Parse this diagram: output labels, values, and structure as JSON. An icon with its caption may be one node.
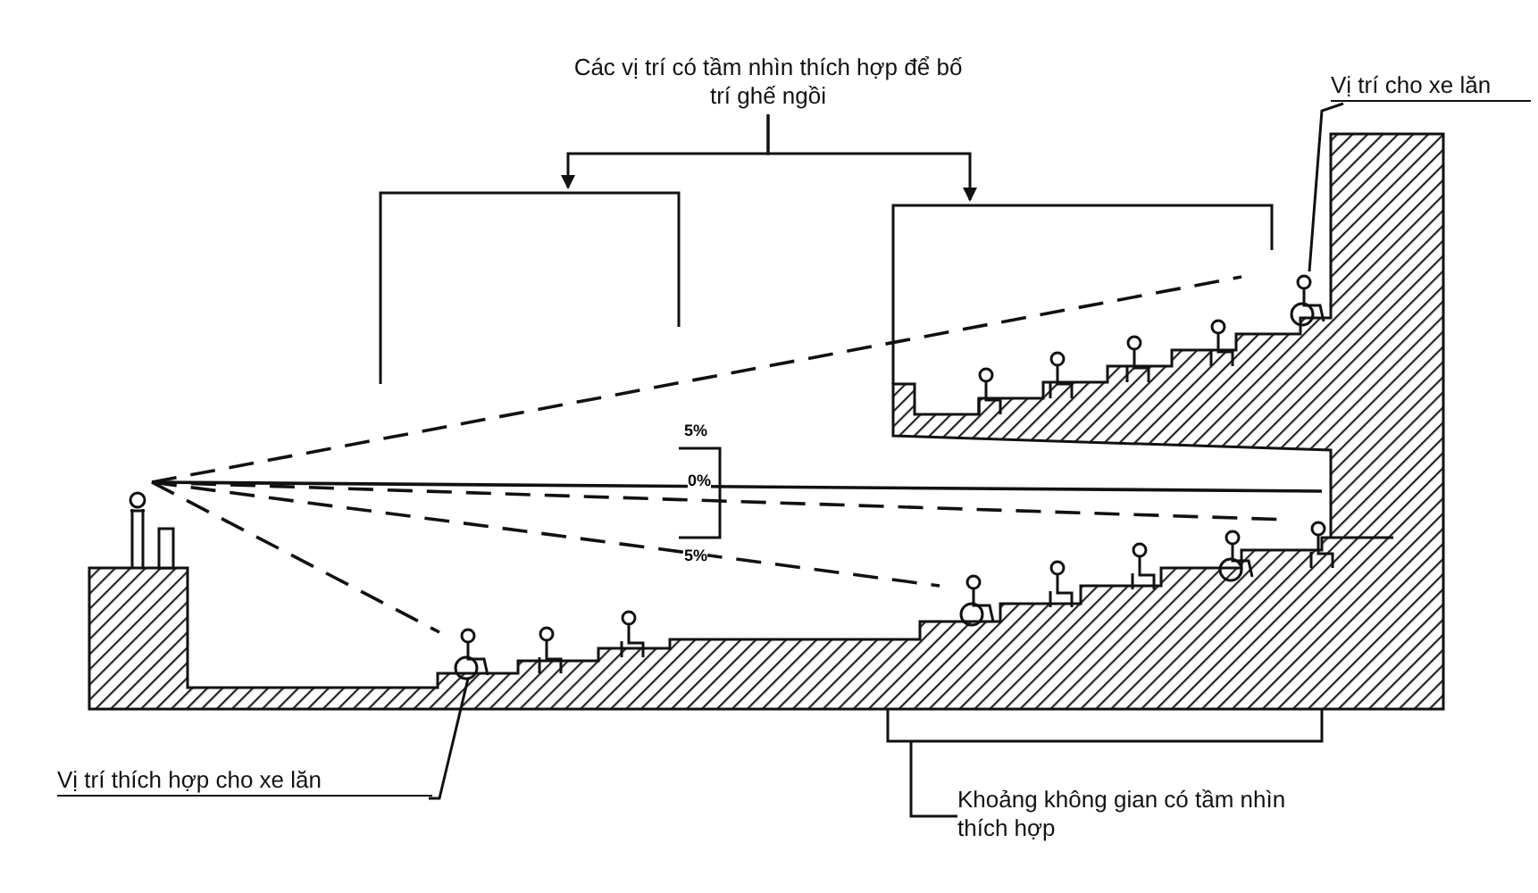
{
  "diagram": {
    "nodes": [
      {
        "text": [
          "Các vị trí có tầm nhìn thích hợp để bố trí ghế ngồi"
        ]
      },
      {
        "text": [],
        "shape": "bracket"
      },
      {
        "text": [],
        "shape": "bracket"
      },
      {
        "text": [
          "Vị trí cho xe lăn"
        ]
      },
      {
        "text": [],
        "shape": "person"
      },
      {
        "text": [
          "Vị trí thích hợp cho xe lăn"
        ]
      },
      {
        "text": [],
        "shape": "person"
      },
      {
        "text": [
          "Khoảng không gian có tầm nhìn thích hợp"
        ]
      },
      {
        "text": [],
        "shape": "bracket"
      }
    ],
    "edges": [
      {
        "from": 0,
        "to": 1,
        "arrow": "to"
      },
      {
        "from": 0,
        "to": 2,
        "arrow": "to"
      },
      {
        "from": 3,
        "to": 4,
        "arrow": "none"
      },
      {
        "from": 5,
        "to": 6,
        "arrow": "none"
      },
      {
        "from": 7,
        "to": 8,
        "arrow": "none"
      }
    ],
    "labels": [
      "5%",
      "0%",
      "5%"
    ]
  }
}
